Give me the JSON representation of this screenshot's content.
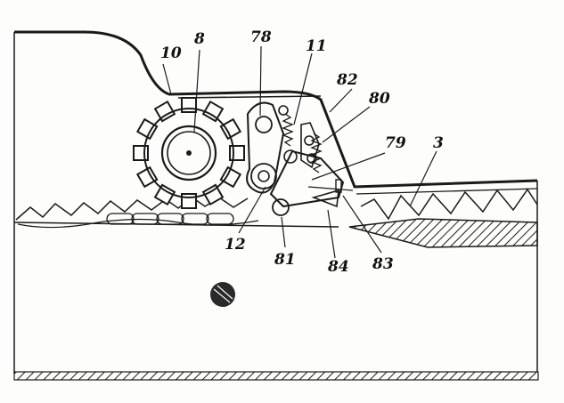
{
  "figure": {
    "background": "#fdfdfb",
    "ink": "#1a1a1a",
    "labels": {
      "n8": "8",
      "n10": "10",
      "n78": "78",
      "n11": "11",
      "n82": "82",
      "n80": "80",
      "n79": "79",
      "n3": "3",
      "n12": "12",
      "n81": "81",
      "n84": "84",
      "n83": "83"
    }
  }
}
